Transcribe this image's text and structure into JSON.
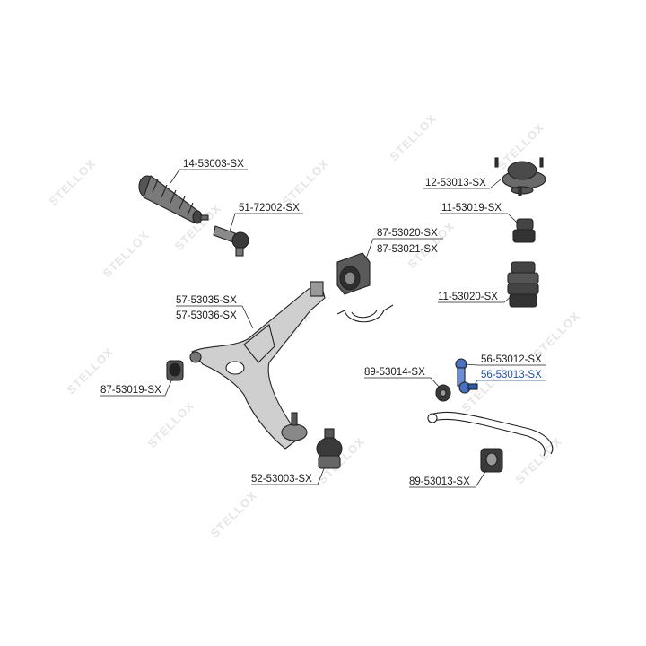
{
  "watermark": {
    "text": "STELLOX"
  },
  "colors": {
    "ink": "#222222",
    "highlight": "#1f4fa0",
    "watermark": "#e6e6e6"
  },
  "parts": [
    {
      "id": "boot",
      "label": "14-53003-SX"
    },
    {
      "id": "tie-rod-end",
      "label": "51-72002-SX"
    },
    {
      "id": "strut-mount",
      "label": "12-53013-SX"
    },
    {
      "id": "bump-stop-small",
      "label": "11-53019-SX"
    },
    {
      "id": "stab-bushing-1",
      "label": "87-53020-SX"
    },
    {
      "id": "stab-bushing-2",
      "label": "87-53021-SX"
    },
    {
      "id": "bump-stop-large",
      "label": "11-53020-SX"
    },
    {
      "id": "control-arm-1",
      "label": "57-53035-SX"
    },
    {
      "id": "control-arm-2",
      "label": "57-53036-SX"
    },
    {
      "id": "link-1",
      "label": "56-53012-SX"
    },
    {
      "id": "link-2",
      "label": "56-53013-SX"
    },
    {
      "id": "link-bushing",
      "label": "89-53014-SX"
    },
    {
      "id": "arm-bushing",
      "label": "87-53019-SX"
    },
    {
      "id": "ball-joint",
      "label": "52-53003-SX"
    },
    {
      "id": "bar-bushing",
      "label": "89-53013-SX"
    }
  ]
}
